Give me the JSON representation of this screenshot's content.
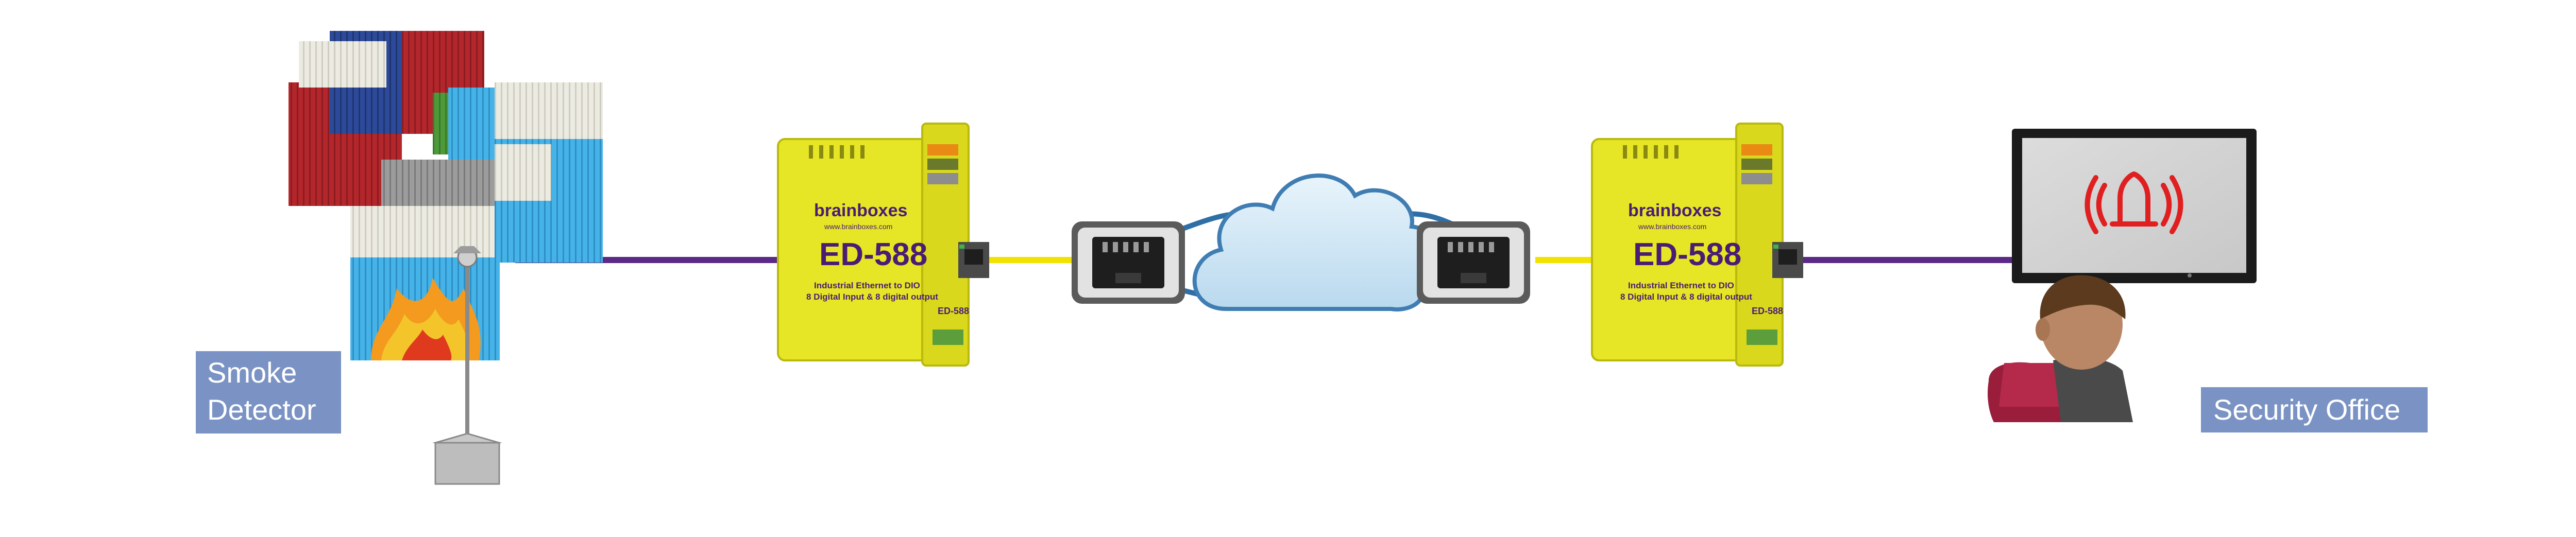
{
  "labels": {
    "smoke_detector": [
      "Smoke",
      "Detector"
    ],
    "security_office": "Security Office"
  },
  "devices": {
    "left": {
      "brand": "brainboxes",
      "website": "www.brainboxes.com",
      "model": "ED-588",
      "desc_line1": "Industrial Ethernet to DIO",
      "desc_line2": "8 Digital Input & 8 digital output",
      "side_model": "ED-588"
    },
    "right": {
      "brand": "brainboxes",
      "website": "www.brainboxes.com",
      "model": "ED-588",
      "desc_line1": "Industrial Ethernet to DIO",
      "desc_line2": "8 Digital Input & 8 digital output",
      "side_model": "ED-588"
    }
  },
  "colors": {
    "purple_cable": "#5b2a86",
    "yellow_cable": "#f2e200",
    "device_yellow": "#e6e626",
    "label_bg": "#7b93c4",
    "alarm_red": "#e02020",
    "cloud_fill": "#cfe6f5"
  },
  "icons": {
    "alarm": "bell-alarm-icon",
    "cloud": "cloud-icon"
  }
}
